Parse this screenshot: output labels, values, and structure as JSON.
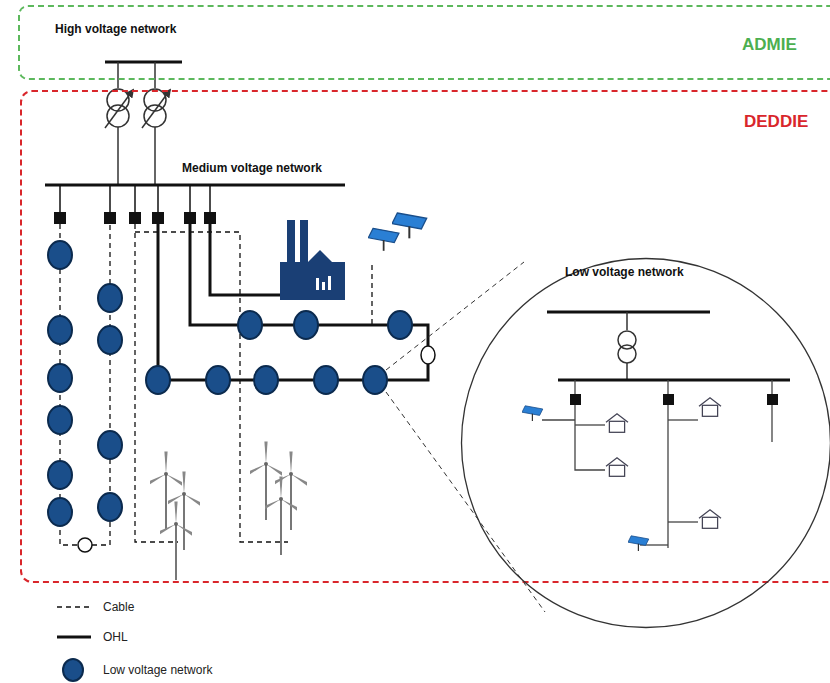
{
  "diagram": {
    "nodes": [
      {
        "text": [
          "ADMIE"
        ]
      },
      {
        "text": [
          "DEDDIE"
        ]
      },
      {
        "text": [
          "Low voltage network"
        ],
        "in": 1
      }
    ],
    "labels": [
      "High voltage network",
      "Medium voltage network"
    ],
    "legend": [
      {
        "text": "Cable"
      },
      {
        "text": "OHL"
      },
      {
        "text": "Low voltage network"
      }
    ]
  }
}
